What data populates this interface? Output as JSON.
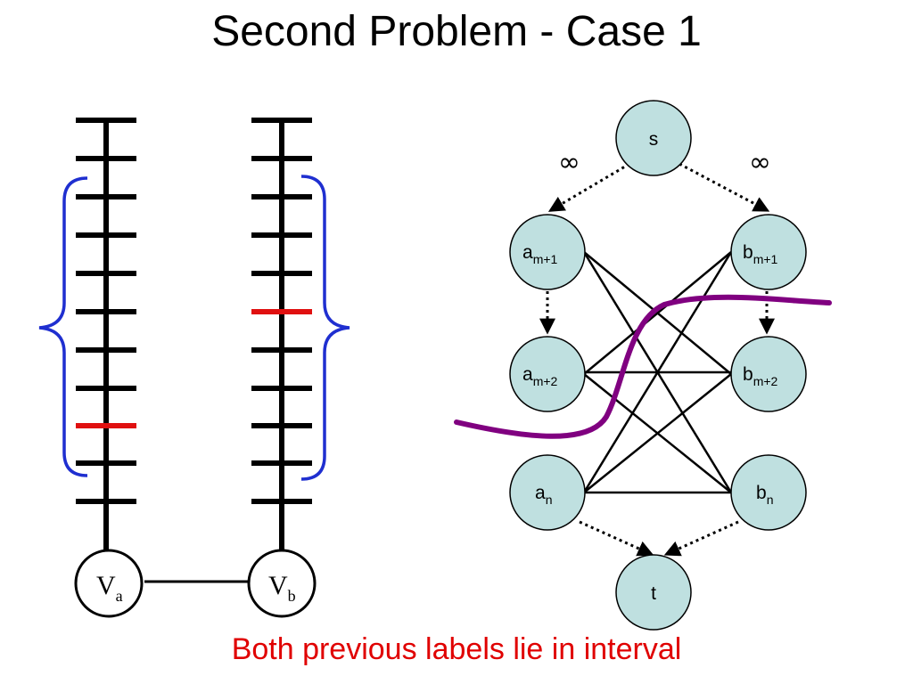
{
  "title": "Second Problem - Case 1",
  "caption": "Both previous labels lie in interval",
  "left_diagram": {
    "va": {
      "main": "V",
      "sub": "a"
    },
    "vb": {
      "main": "V",
      "sub": "b"
    }
  },
  "graph": {
    "s": "s",
    "t": "t",
    "infinity_left": "∞",
    "infinity_right": "∞",
    "a_m1": {
      "main": "a",
      "sub": "m+1"
    },
    "a_m2": {
      "main": "a",
      "sub": "m+2"
    },
    "a_n": {
      "main": "a",
      "sub": "n"
    },
    "b_m1": {
      "main": "b",
      "sub": "m+1"
    },
    "b_m2": {
      "main": "b",
      "sub": "m+2"
    },
    "b_n": {
      "main": "b",
      "sub": "n"
    }
  },
  "colors": {
    "node_fill": "#bfe0e0",
    "brace": "#1f2fd0",
    "highlight_tick": "#e01010",
    "cut_curve": "#800080",
    "caption": "#e00000"
  }
}
